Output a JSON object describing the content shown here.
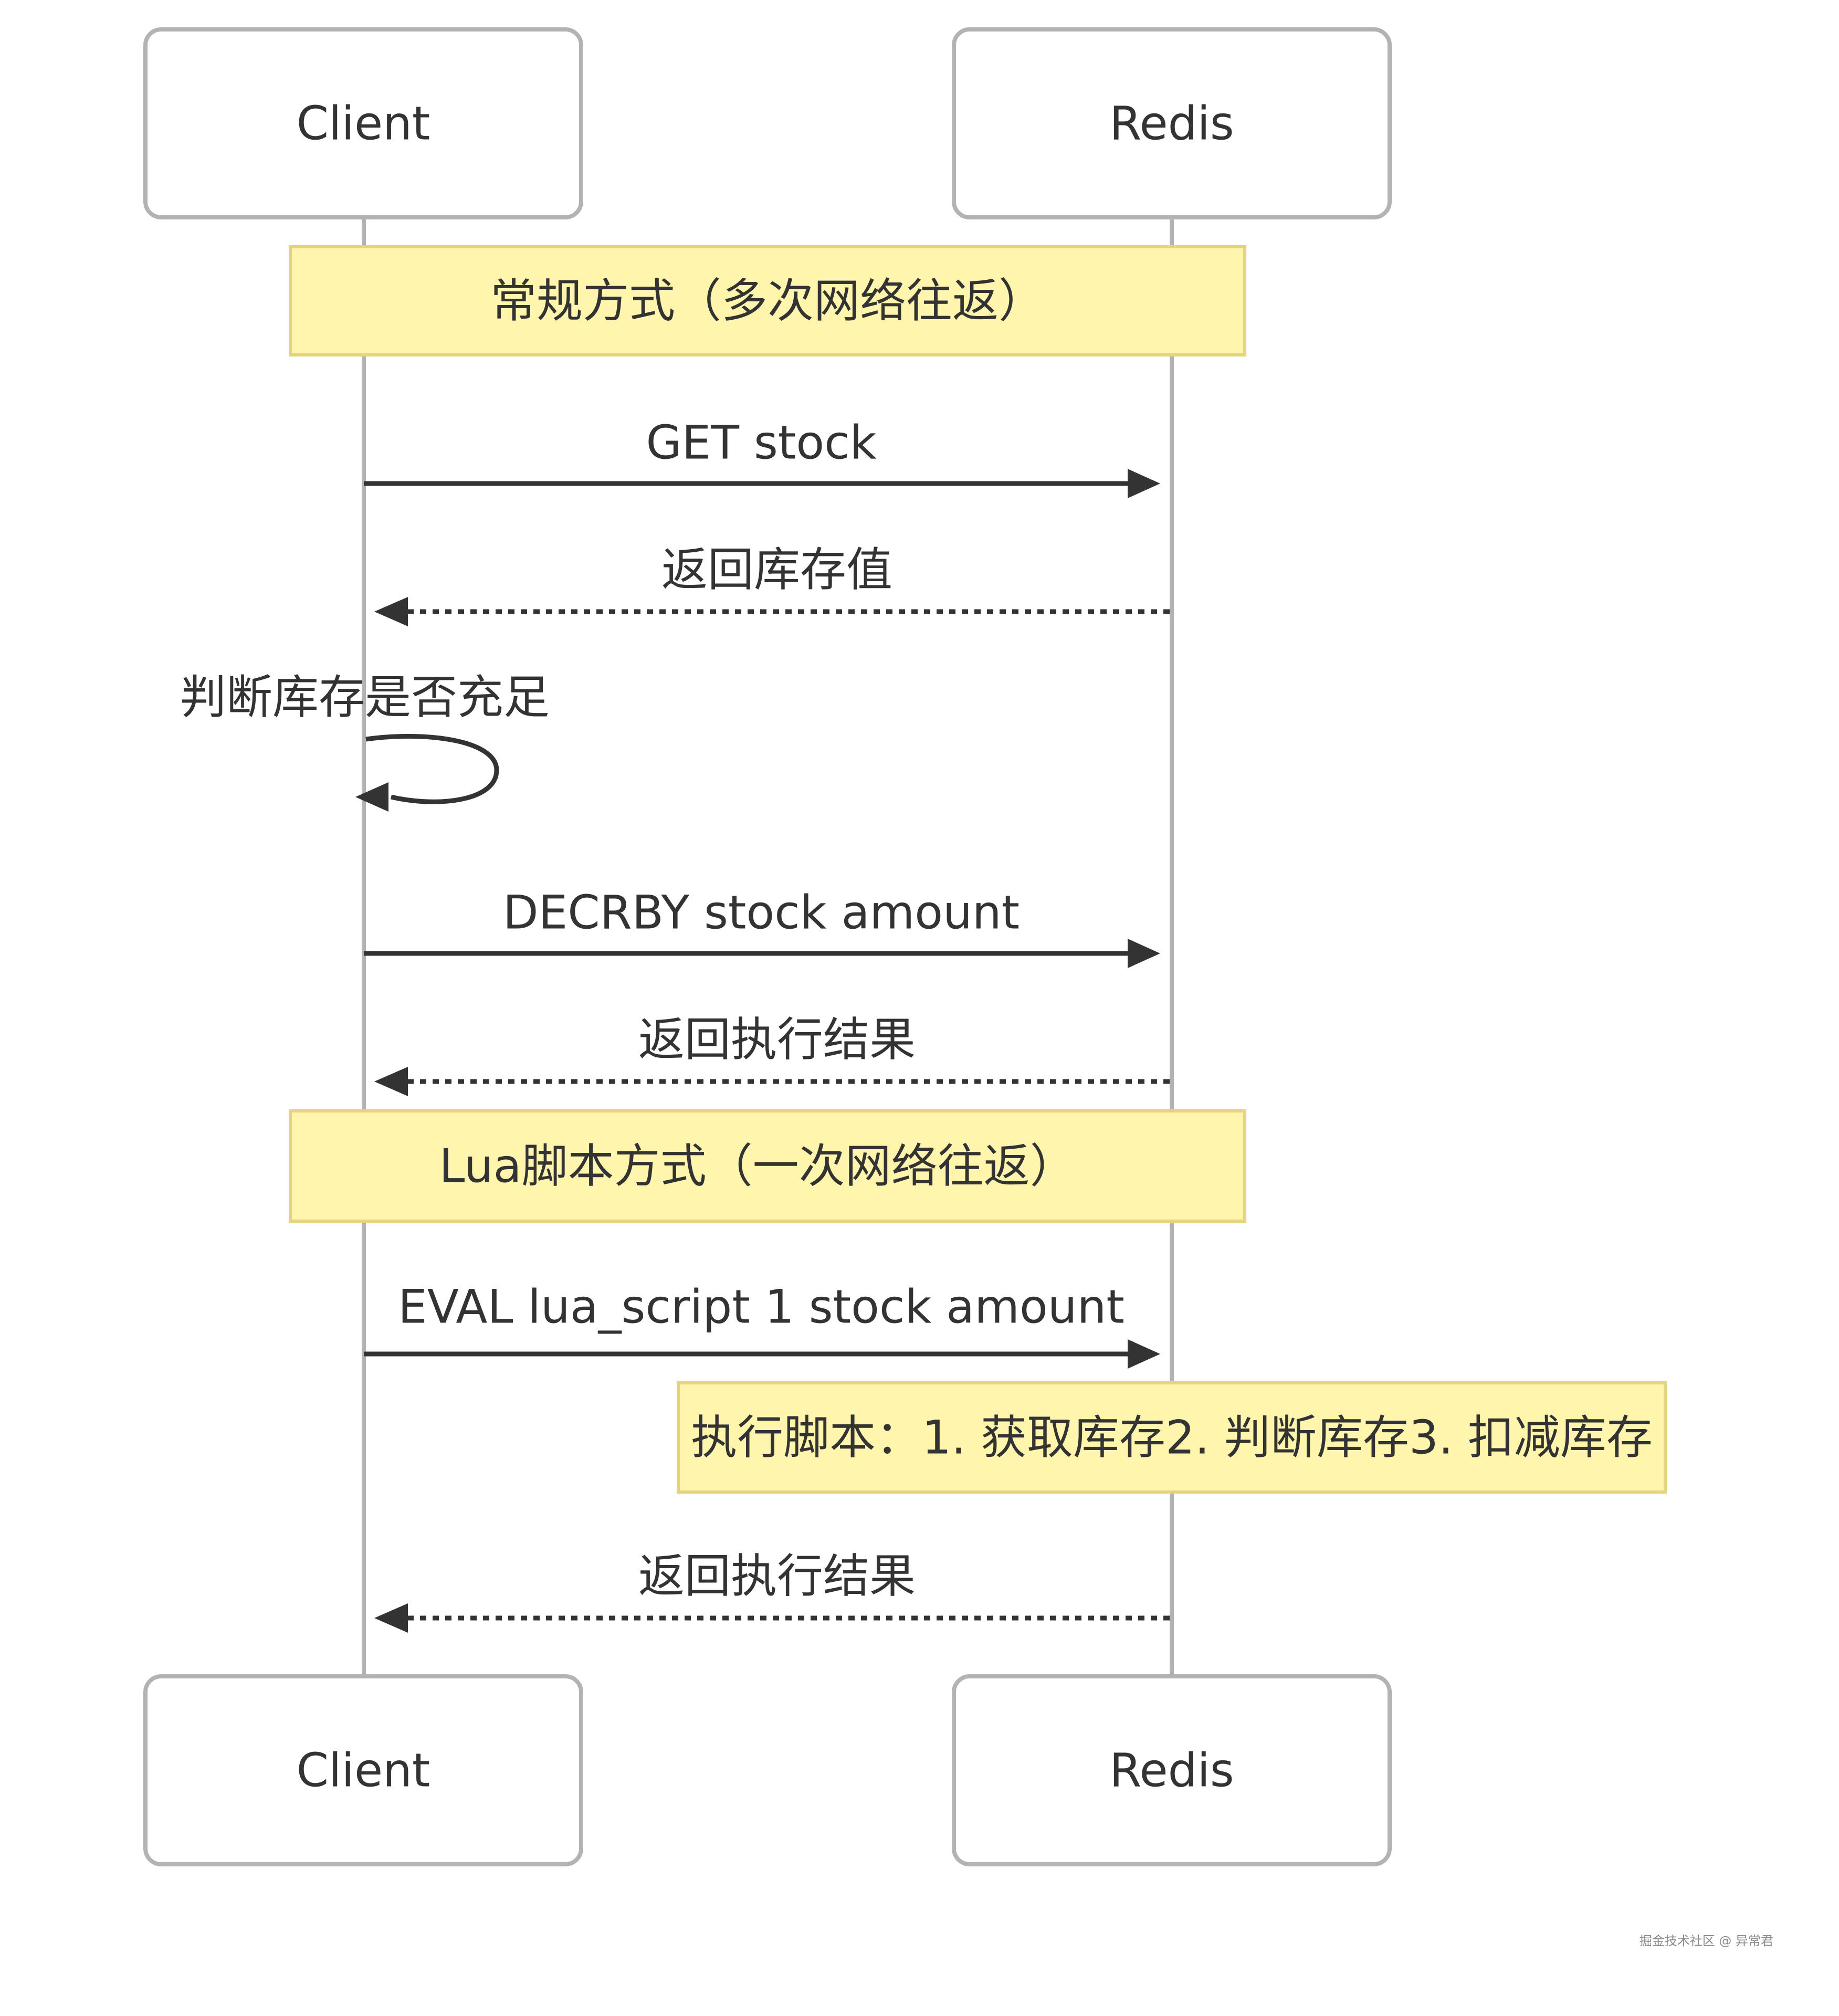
{
  "participants": {
    "client": "Client",
    "redis": "Redis"
  },
  "notes": {
    "regular": "常规方式（多次网络往返）",
    "lua": "Lua脚本方式（一次网络往返）",
    "exec": "执行脚本：1. 获取库存2. 判断库存3. 扣减库存"
  },
  "messages": {
    "m1": "GET stock",
    "m2": "返回库存值",
    "m3": "判断库存是否充足",
    "m4": "DECRBY stock amount",
    "m5": "返回执行结果",
    "m6": "EVAL lua_script 1 stock amount",
    "m7": "返回执行结果"
  },
  "watermark": "掘金技术社区 @ 异常君",
  "colors": {
    "note_fill": "#fff5ad",
    "note_border": "#e6d280",
    "actor_border": "#b3b3b3",
    "arrow": "#333333"
  }
}
